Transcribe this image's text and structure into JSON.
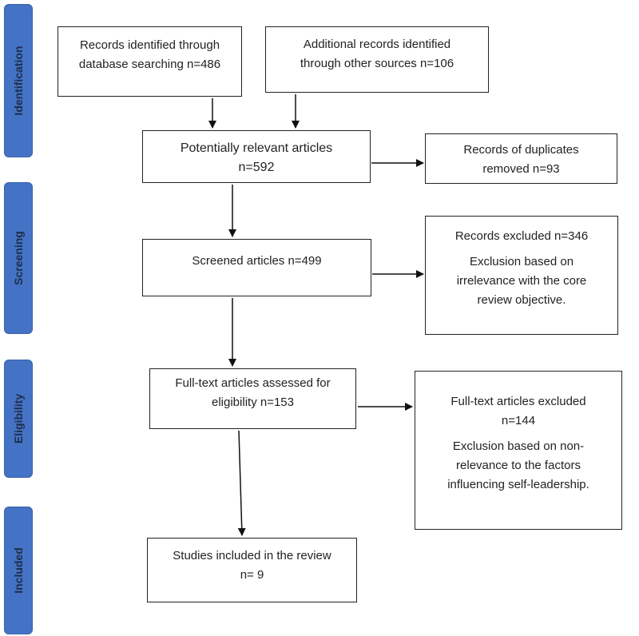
{
  "stages": {
    "identification": "Identification",
    "screening": "Screening",
    "eligibility": "Eligibility",
    "included": "Included"
  },
  "boxes": {
    "database_search": {
      "line1": "Records identified through",
      "line2": "database searching n=486"
    },
    "other_sources": {
      "line1": "Additional records identified",
      "line2": "through other sources n=106"
    },
    "potentially_relevant": {
      "line1": "Potentially relevant articles",
      "line2": "n=592"
    },
    "duplicates_removed": {
      "line1": "Records of duplicates",
      "line2": "removed n=93"
    },
    "screened": {
      "line1": "Screened articles n=499"
    },
    "records_excluded": {
      "line1": "Records excluded n=346",
      "line2": "Exclusion based on",
      "line3": "irrelevance with the core",
      "line4": "review objective."
    },
    "fulltext_assessed": {
      "line1": "Full-text articles assessed for",
      "line2": "eligibility n=153"
    },
    "fulltext_excluded": {
      "line1": "Full-text articles excluded",
      "line2": "n=144",
      "line3": "Exclusion based on non-",
      "line4": "relevance to the factors",
      "line5": "influencing self-leadership."
    },
    "included_studies": {
      "line1": "Studies included in the review",
      "line2": "n= 9"
    }
  },
  "colors": {
    "stage_fill": "#4472c4",
    "stage_text": "#1f2d4a",
    "box_border": "#222222",
    "arrow": "#111111"
  }
}
